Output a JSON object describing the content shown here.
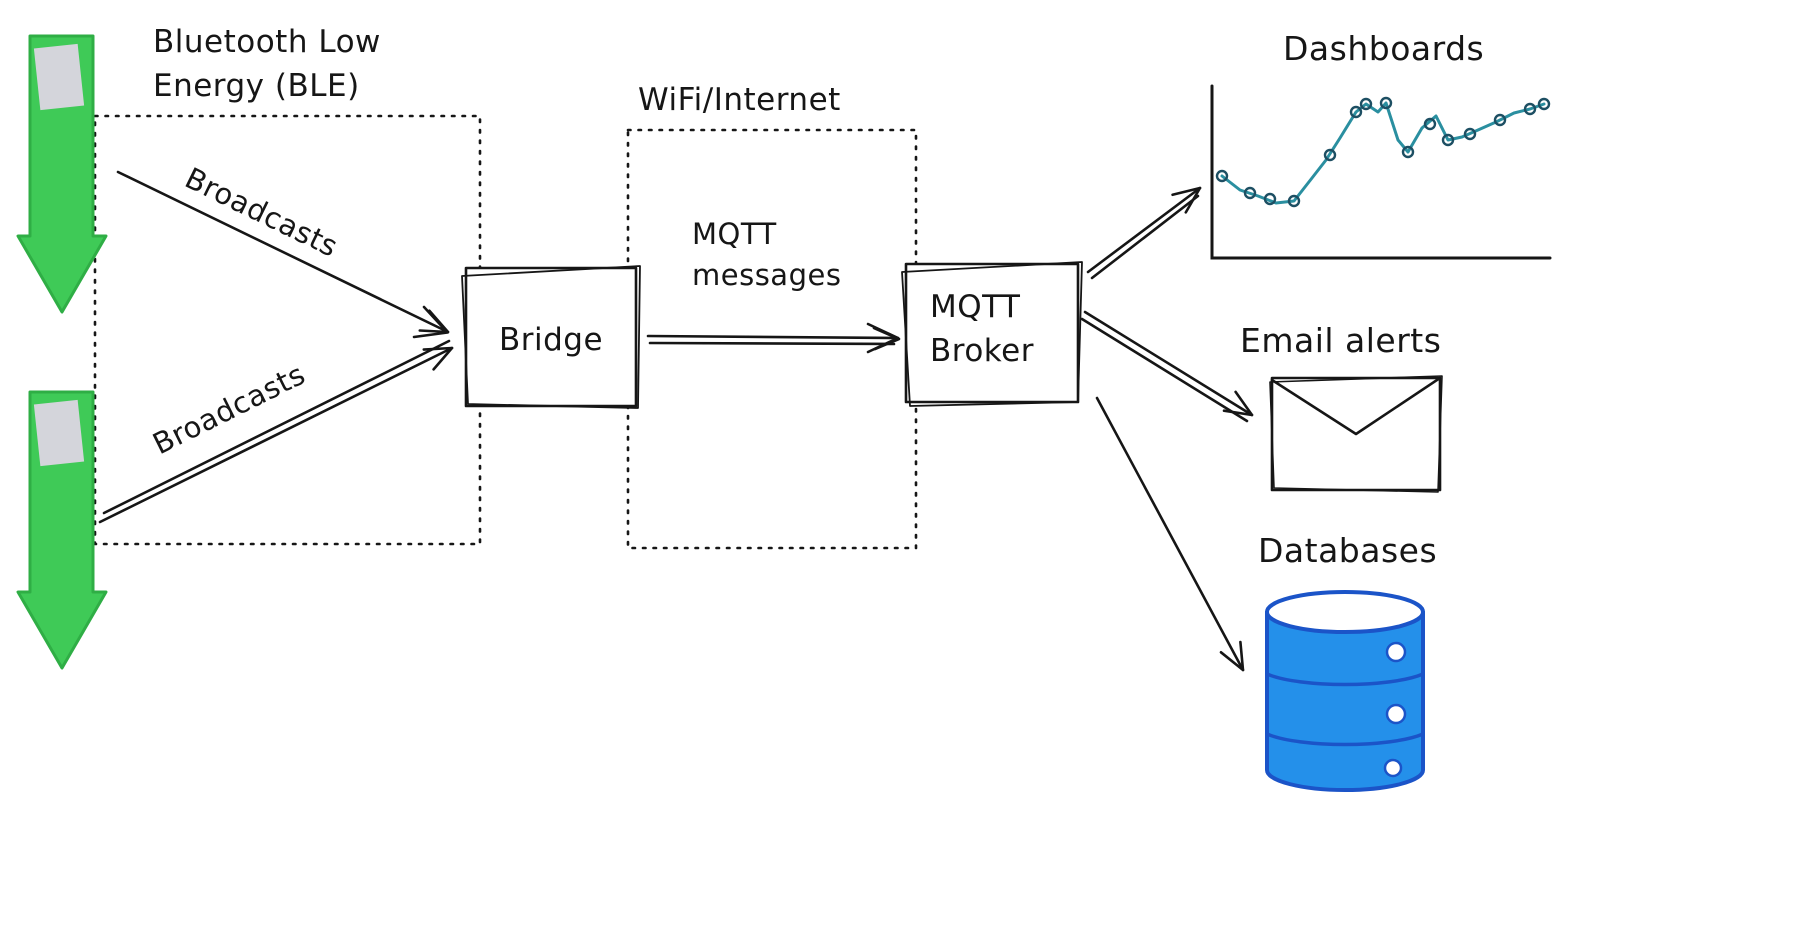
{
  "diagram": {
    "zones": {
      "ble": "Bluetooth Low\nEnergy (BLE)",
      "wifi": "WiFi/Internet"
    },
    "edges": {
      "broadcast_top": "Broadcasts",
      "broadcast_bottom": "Broadcasts",
      "mqtt_messages": "MQTT\nmessages"
    },
    "nodes": {
      "bridge": "Bridge",
      "mqtt_broker": "MQTT\nBroker",
      "dashboards": "Dashboards",
      "email_alerts": "Email alerts",
      "databases": "Databases"
    }
  },
  "colors": {
    "ink": "#161616",
    "beacon_green": "#3fca57",
    "beacon_green_stroke": "#2fae45",
    "beacon_screen": "#d4d5db",
    "database_fill": "#2490ea",
    "database_stroke": "#1b54c8",
    "chart_line": "#2a8fa0",
    "chart_marker": "#1d4f63"
  }
}
